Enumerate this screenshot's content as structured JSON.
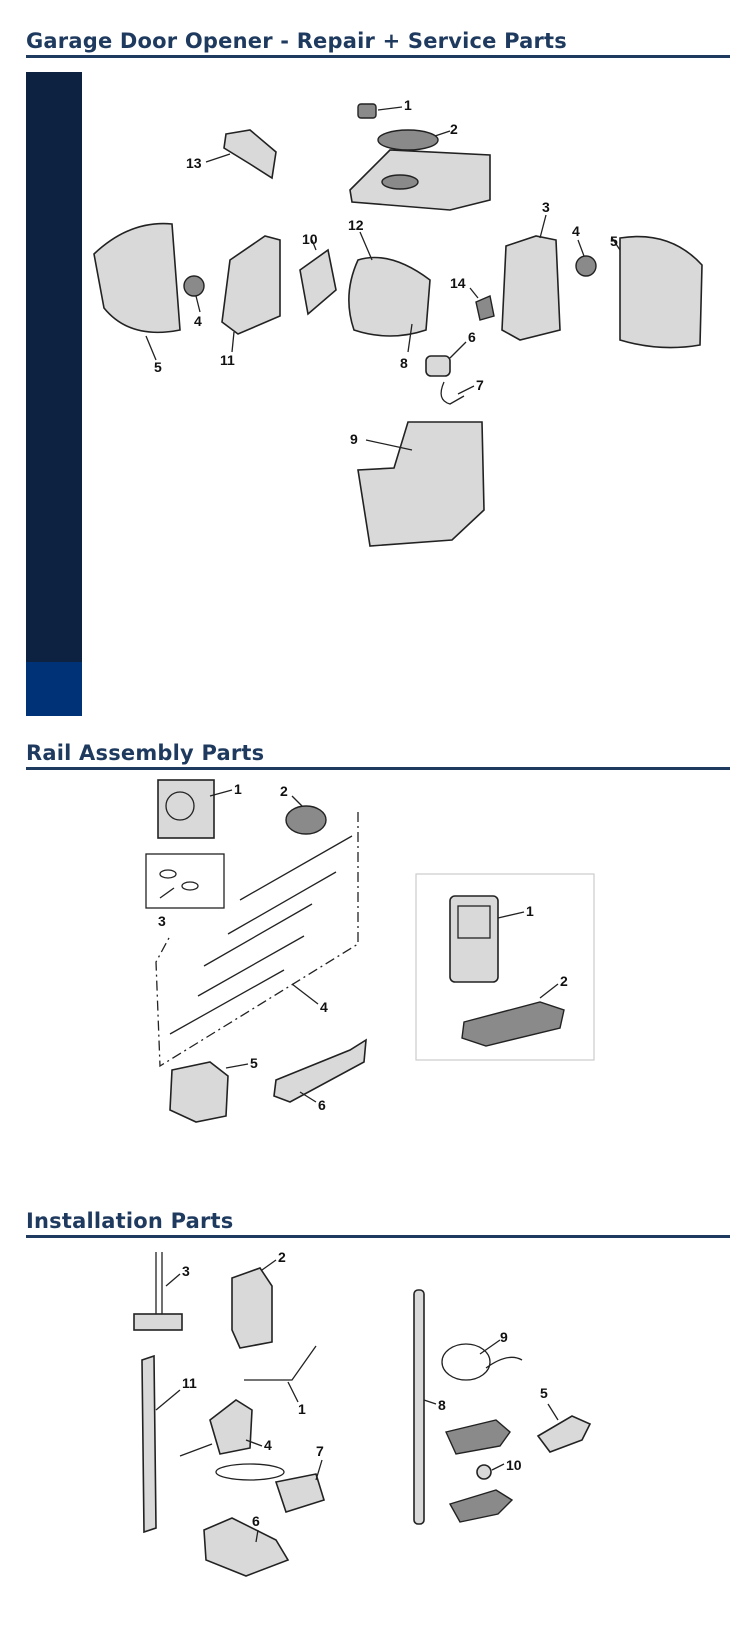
{
  "sections": [
    {
      "title": "Garage Door Opener - Repair + Service Parts"
    },
    {
      "title": "Rail Assembly Parts"
    },
    {
      "title": "Installation Parts"
    }
  ],
  "diagram1": {
    "labels": [
      "1",
      "2",
      "13",
      "3",
      "4",
      "5",
      "10",
      "12",
      "14",
      "6",
      "8",
      "11",
      "4",
      "5",
      "7",
      "9"
    ]
  },
  "diagram2": {
    "rail_labels": [
      "1",
      "2",
      "3",
      "4",
      "5",
      "6"
    ],
    "remote_labels": [
      "1",
      "2"
    ]
  },
  "diagram3": {
    "labels": [
      "3",
      "2",
      "11",
      "1",
      "4",
      "7",
      "6",
      "9",
      "8",
      "5",
      "10"
    ]
  }
}
